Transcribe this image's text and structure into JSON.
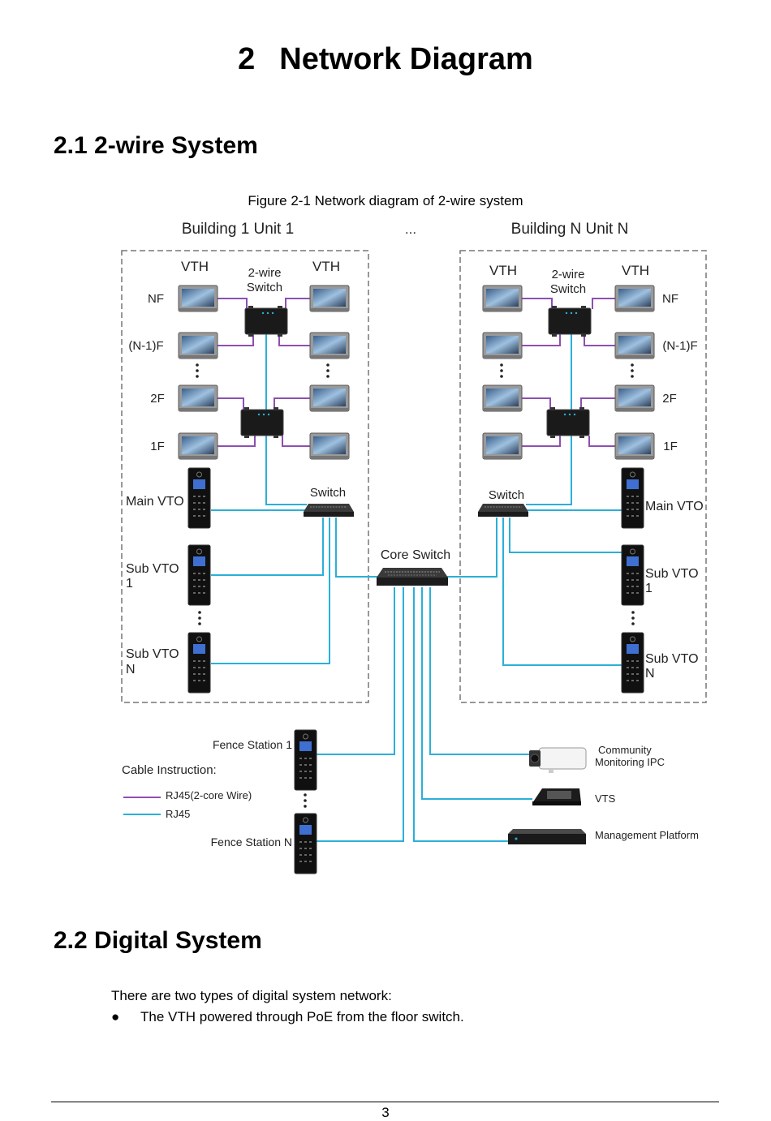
{
  "chapter": {
    "number": "2",
    "title": "Network Diagram"
  },
  "section1": {
    "title": "2.1 2-wire System"
  },
  "figure": {
    "caption": "Figure 2-1 Network diagram of 2-wire system",
    "building_left": "Building 1 Unit 1",
    "ellipsis": "...",
    "building_right": "Building N Unit N",
    "vth": "VTH",
    "two_wire_switch_1": "2-wire",
    "two_wire_switch_2": "Switch",
    "floors": [
      "NF",
      "(N-1)F",
      "2F",
      "1F"
    ],
    "switch": "Switch",
    "core_switch": "Core Switch",
    "main_vto": "Main VTO",
    "sub_vto_1a": "Sub VTO",
    "sub_vto_1b": "1",
    "sub_vto_na": "Sub VTO",
    "sub_vto_nb": "N",
    "fence_station_1": "Fence Station 1",
    "fence_station_n": "Fence Station N",
    "cable_instruction": "Cable Instruction:",
    "legend_rj45_2core": "RJ45(2-core Wire)",
    "legend_rj45": "RJ45",
    "community_ipc_1": "Community",
    "community_ipc_2": "Monitoring IPC",
    "vts": "VTS",
    "management_platform": "Management Platform",
    "colors": {
      "two_core": "#8e4fb0",
      "rj45": "#2ab0d8"
    }
  },
  "section2": {
    "title": "2.2 Digital System",
    "intro": "There are two types of digital system network:",
    "bullet_symbol": "●",
    "bullet1": "The VTH powered through PoE from the floor switch."
  },
  "footer": {
    "page_number": "3"
  }
}
